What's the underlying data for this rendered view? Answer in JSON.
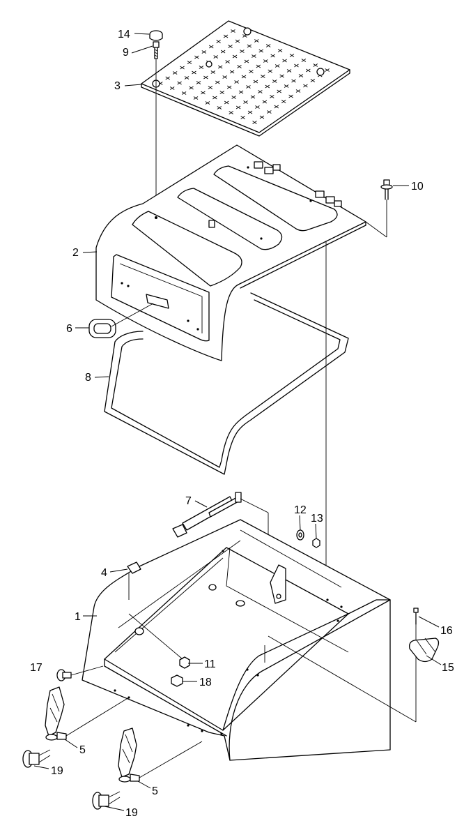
{
  "callouts": [
    {
      "id": "c14",
      "text": "14"
    },
    {
      "id": "c9",
      "text": "9"
    },
    {
      "id": "c3",
      "text": "3"
    },
    {
      "id": "c10",
      "text": "10"
    },
    {
      "id": "c2",
      "text": "2"
    },
    {
      "id": "c6",
      "text": "6"
    },
    {
      "id": "c8",
      "text": "8"
    },
    {
      "id": "c7",
      "text": "7"
    },
    {
      "id": "c12",
      "text": "12"
    },
    {
      "id": "c13",
      "text": "13"
    },
    {
      "id": "c4",
      "text": "4"
    },
    {
      "id": "c1",
      "text": "1"
    },
    {
      "id": "c16",
      "text": "16"
    },
    {
      "id": "c15",
      "text": "15"
    },
    {
      "id": "c17",
      "text": "17"
    },
    {
      "id": "c11",
      "text": "11"
    },
    {
      "id": "c18",
      "text": "18"
    },
    {
      "id": "c5a",
      "text": "5"
    },
    {
      "id": "c5b",
      "text": "5"
    },
    {
      "id": "c19a",
      "text": "19"
    },
    {
      "id": "c19b",
      "text": "19"
    }
  ]
}
